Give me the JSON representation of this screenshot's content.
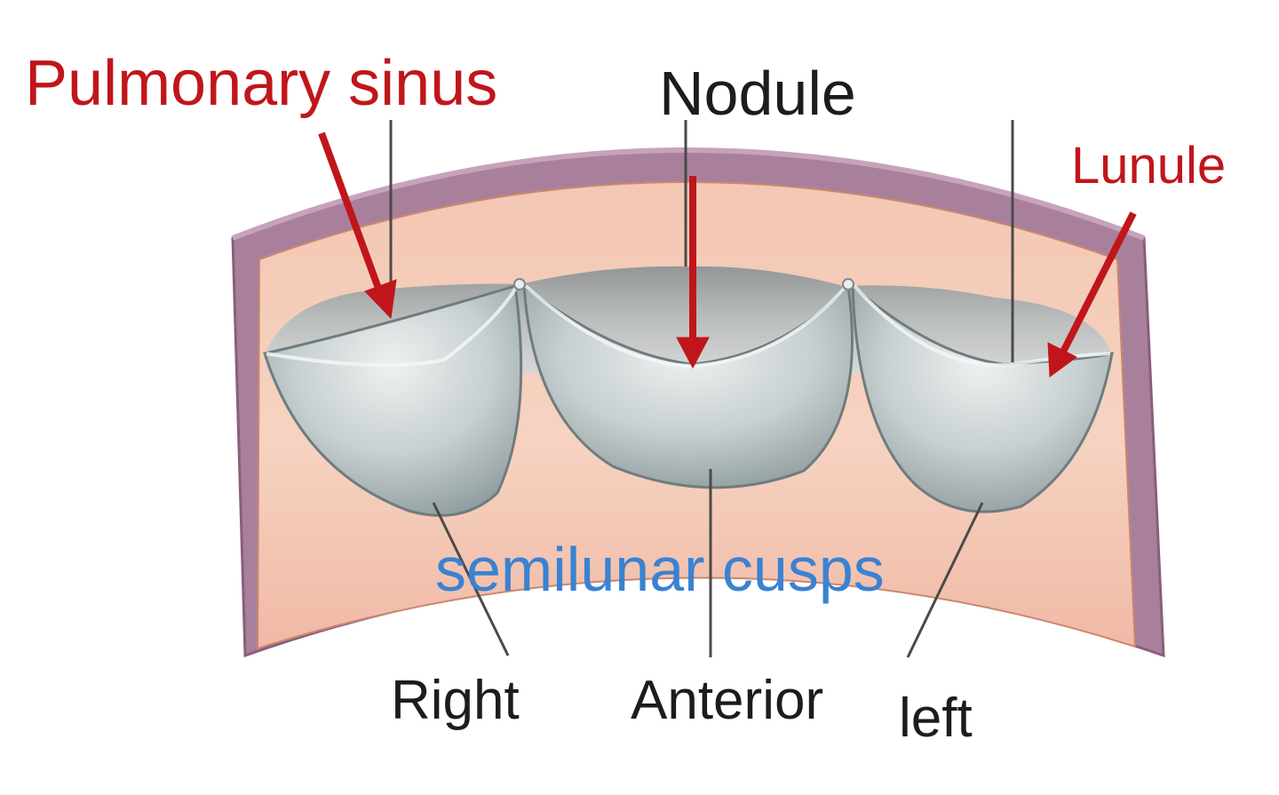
{
  "labels": {
    "pulmonary_sinus": "Pulmonary sinus",
    "nodule": "Nodule",
    "lunule": "Lunule",
    "semilunar_cusps": "semilunar cusps",
    "right": "Right",
    "anterior": "Anterior",
    "left": "left"
  },
  "colors": {
    "annotation_red": "#c0161b",
    "label_black": "#1c1c1c",
    "label_blue": "#3a82d2",
    "vessel_wall": "#a9809c",
    "wall_inner": "#f2c4ad",
    "cusp": "#c9d1d3"
  }
}
